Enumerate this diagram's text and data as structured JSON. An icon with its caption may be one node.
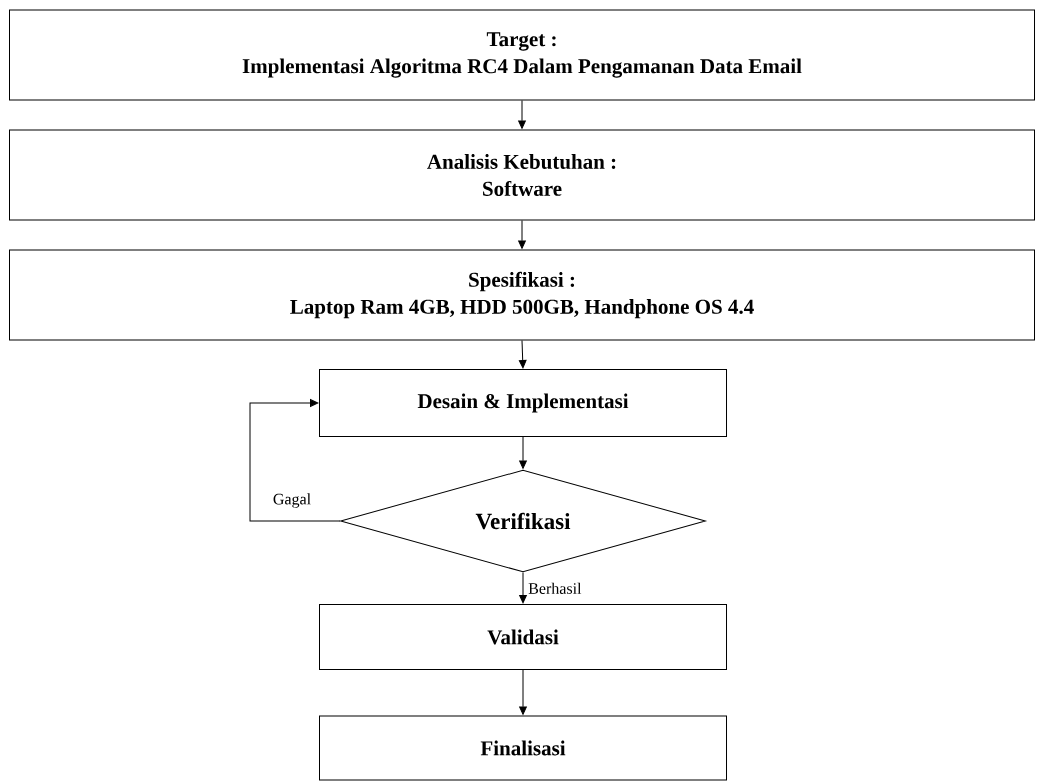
{
  "diagram": {
    "nodes": [
      {
        "text": [
          "Target :",
          "Implementasi Algoritma RC4 Dalam Pengamanan Data Email"
        ]
      },
      {
        "text": [
          "Analisis Kebutuhan :",
          "Software"
        ]
      },
      {
        "text": [
          "Spesifikasi :",
          "Laptop Ram 4GB, HDD 500GB, Handphone OS 4.4"
        ]
      },
      {
        "text": [
          "Desain & Implementasi"
        ]
      },
      {
        "text": [
          "Verifikasi"
        ]
      },
      {
        "text": [
          "Validasi"
        ]
      },
      {
        "text": [
          "Finalisasi"
        ]
      }
    ],
    "edges": [
      {
        "from": 0,
        "to": 1,
        "arrow": "to"
      },
      {
        "from": 1,
        "to": 2,
        "arrow": "to"
      },
      {
        "from": 2,
        "to": 3,
        "arrow": "to"
      },
      {
        "from": 3,
        "to": 4,
        "arrow": "to"
      },
      {
        "from": 4,
        "to": 3,
        "arrow": "to",
        "label": "Gagal"
      },
      {
        "from": 4,
        "to": 5,
        "arrow": "to",
        "label": "Berhasil"
      },
      {
        "from": 5,
        "to": 6,
        "arrow": "to"
      }
    ]
  }
}
